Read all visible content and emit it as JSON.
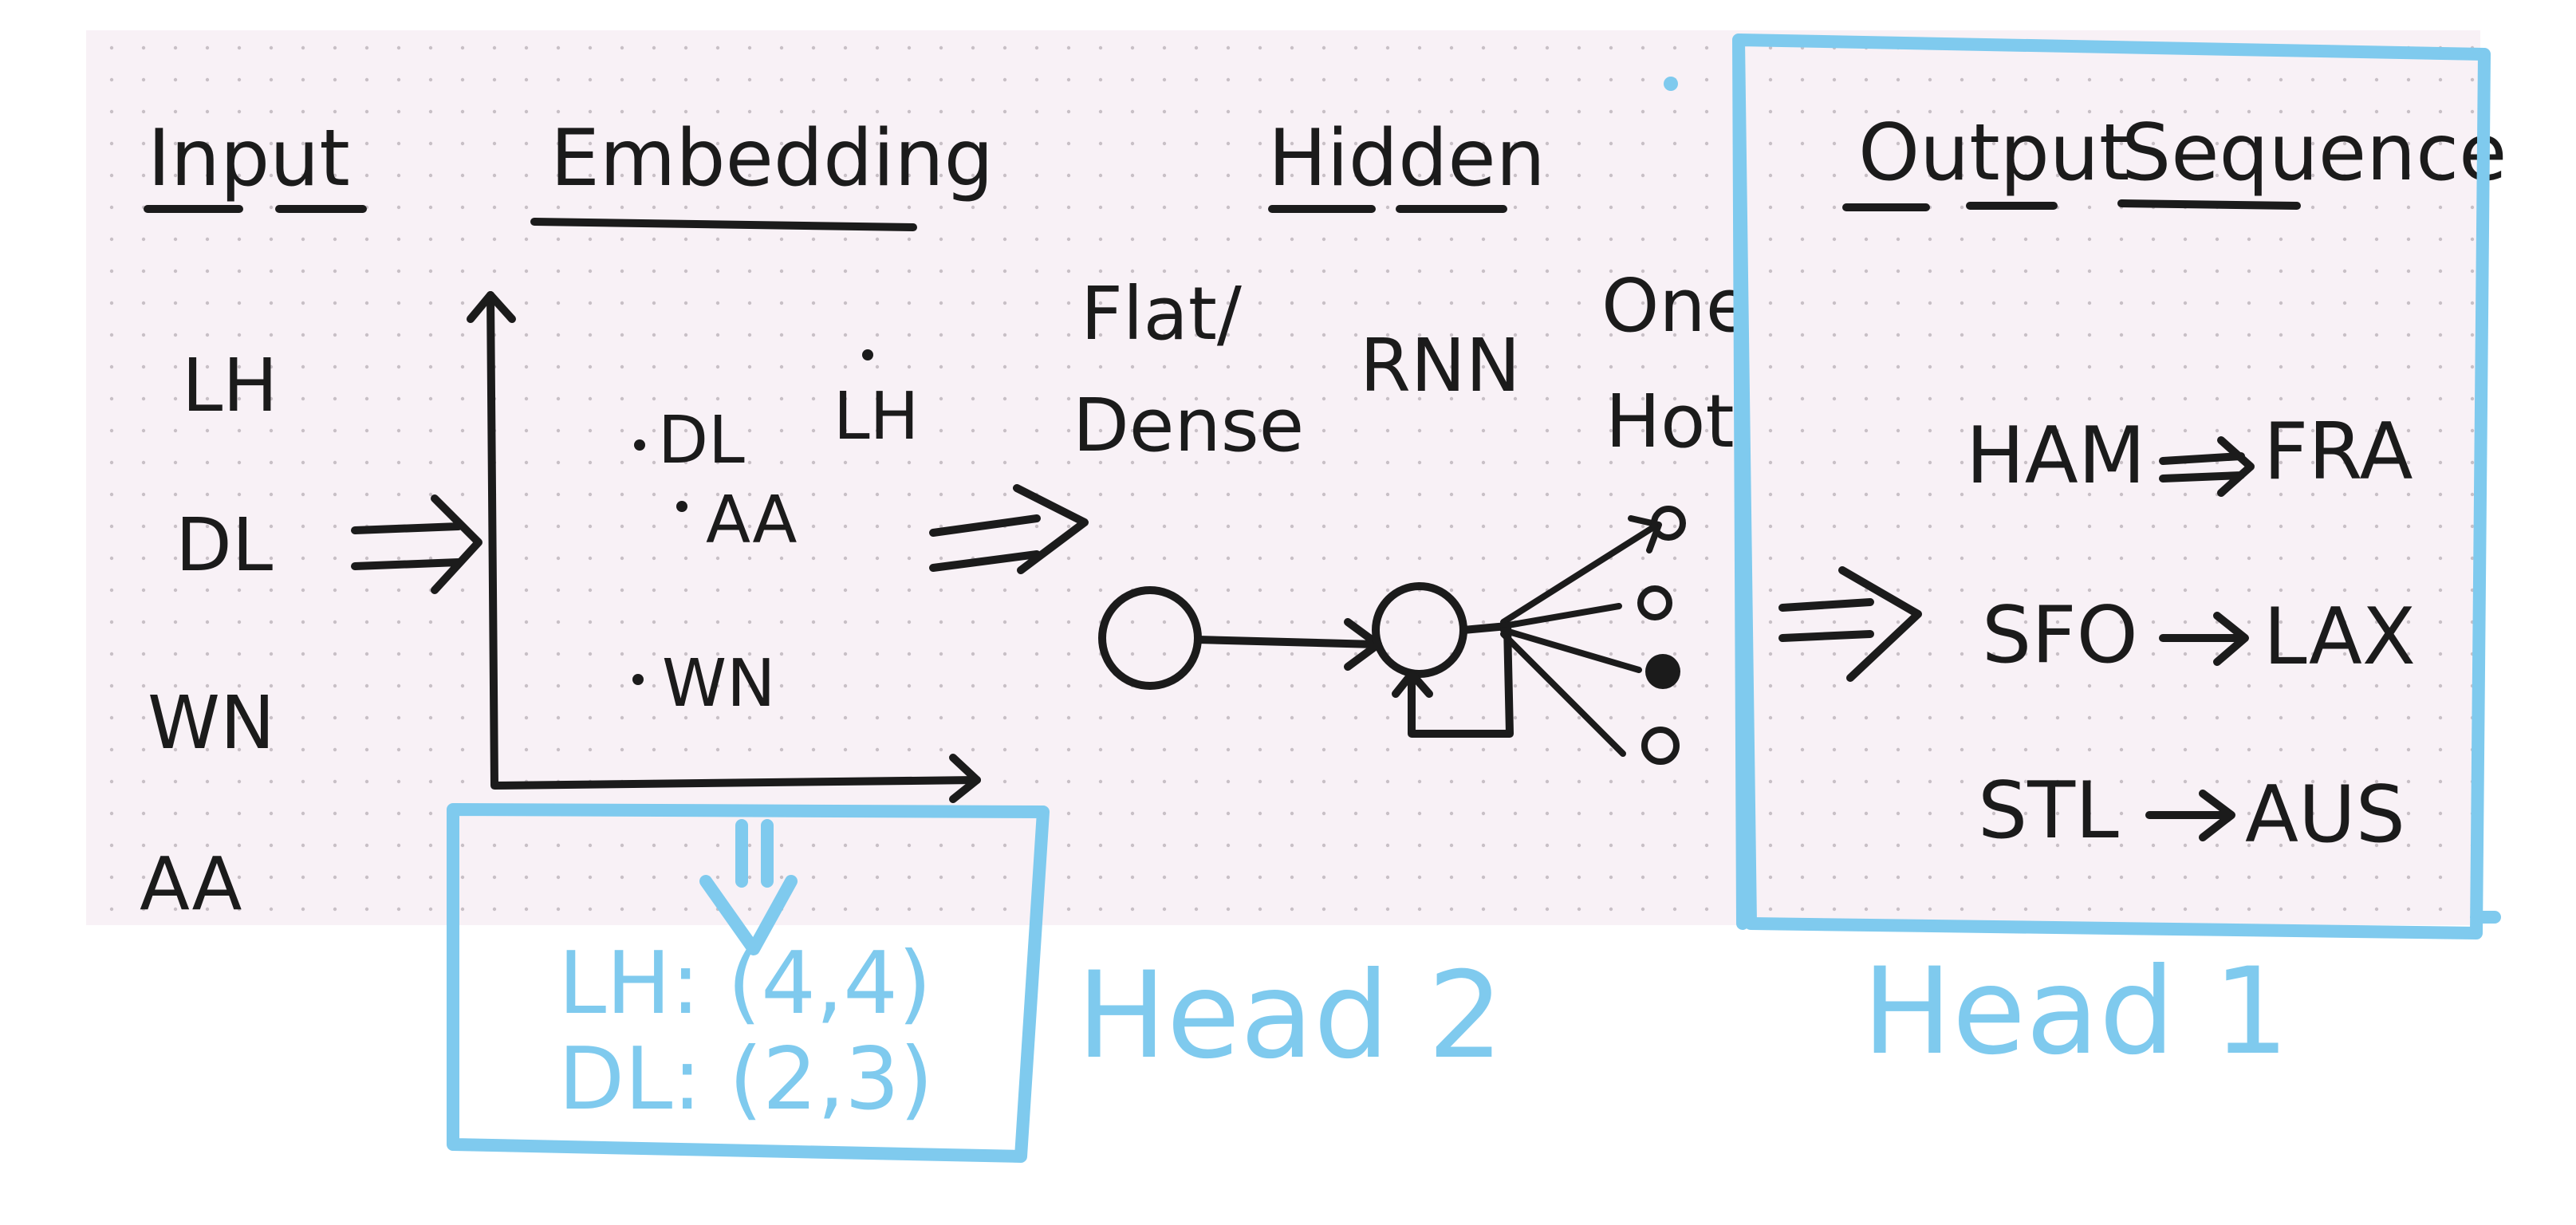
{
  "colors": {
    "paper": "#f8f1f6",
    "ink": "#1b1b1b",
    "annotation_blue": "#7fcaee"
  },
  "sections": {
    "input": "Input",
    "embedding": "Embedding",
    "hidden": "Hidden",
    "output_sequence_1": "Output",
    "output_sequence_2": "Sequence"
  },
  "input_items": [
    "LH",
    "DL",
    "WN",
    "AA"
  ],
  "embedding_points": [
    "DL",
    "LH",
    "AA",
    "WN"
  ],
  "hidden_labels": {
    "flat_1": "Flat/",
    "flat_2": "Dense",
    "rnn": "RNN",
    "onehot_1": "One",
    "onehot_2": "Hot"
  },
  "output_routes": [
    {
      "from": "HAM",
      "to": "FRA"
    },
    {
      "from": "SFO",
      "to": "LAX"
    },
    {
      "from": "STL",
      "to": "AUS"
    }
  ],
  "annotations": {
    "head_1": "Head 1",
    "head_2": "Head 2",
    "embedding_lines": [
      "LH: (4,4)",
      "DL: (2,3)"
    ]
  },
  "icons": {
    "double_arrow": "double-arrow-icon",
    "arrow": "arrow-icon",
    "node": "circle-node-icon"
  }
}
